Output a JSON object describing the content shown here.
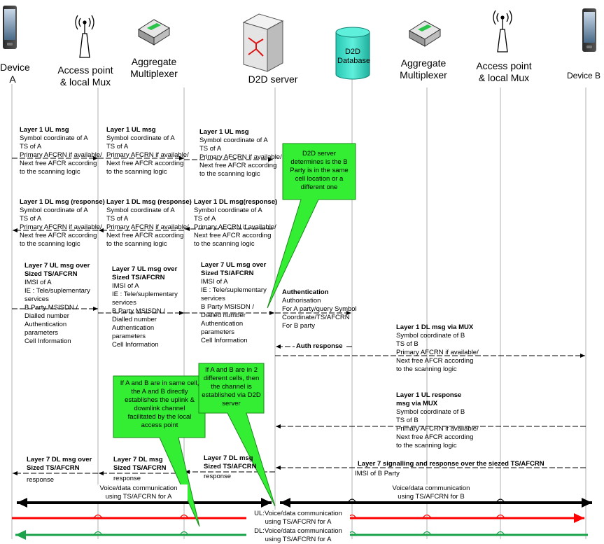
{
  "entities": [
    {
      "id": "device_a",
      "label": "Device\nA"
    },
    {
      "id": "ap_a",
      "label": "Access point\n& local Mux"
    },
    {
      "id": "mux_a",
      "label": "Aggregate\nMultiplexer"
    },
    {
      "id": "d2d_server",
      "label": "D2D server"
    },
    {
      "id": "d2d_db",
      "label": "D2D\nDatabase"
    },
    {
      "id": "mux_b",
      "label": "Aggregate\nMultiplexer"
    },
    {
      "id": "ap_b",
      "label": "Access point\n& local Mux"
    },
    {
      "id": "device_b",
      "label": "Device B"
    }
  ],
  "messages": {
    "l1_ul_title": "Layer 1 UL msg",
    "l1_ul_body": "Symbol coordinate of A\nTS of A\nPrimary AFCRN if available/\nNext free AFCR according\nto the scanning logic",
    "l1_dl_title_1": "Layer 1 DL msg (response)",
    "l1_dl_title_2": "Layer 1 DL msg (response)",
    "l1_dl_title_3": "Layer 1 DL msg(response)",
    "l1_dl_body": "Symbol coordinate of A\nTS of A\nPrimary AFCRN if available/\nNext free AFCR according\nto the scanning logic",
    "l7_ul_title_1": "Layer 7  UL msg over\nSized TS/AFCRN",
    "l7_ul_title_2": "Layer 7  UL msg over\nSized TS/AFCRN",
    "l7_ul_title_3": "Layer 7  UL msg over\nSized TS/AFCRN",
    "l7_ul_body_1": "IMSI of A\nIE : Tele/suplementary\nservices\nB Party MSISDN /\nDialled number\nAuthentication\nparameters\nCell Information",
    "l7_ul_body_2": "IMSI of A\nIE : Tele/suplementary\nservices\nB Party MSISDN /\nDialled number\nAuthentication\nparameters\nCell Information",
    "l7_ul_body_3": "IMSI of A\nIE : Tele/suplementary\nservices\nB Party MSISDN /\nDialled number\nAuthentication\nparameters\nCell Information",
    "auth_title": "Authentication",
    "auth_body": "Authorisation\nFor A party/query Symbol\nCoordinate/TS/AFCRN\nFor B party",
    "auth_response": "Auth response",
    "l1_dl_mux_title": "Layer 1 DL msg via MUX",
    "l1_dl_mux_body": "Symbol coordinate of B\nTS of B\nPrimary AFCRN if available/\nNext free AFCR according\nto the scanning logic",
    "l1_ul_resp_title": "Layer 1 UL response\nmsg via MUX",
    "l1_ul_resp_body": "Symbol coordinate of B\nTS of B\nPrimary AFCRN if available/\nNext free AFCR according\nto the scanning logic",
    "l7_dl_title_1": "Layer 7  DL msg over\nSized TS/AFCRN",
    "l7_dl_title_2": "Layer 7  DL msg\nSized TS/AFCRN",
    "l7_dl_title_3": "Layer 7  DL msg\nSized TS/AFCRN",
    "l7_dl_body": "response",
    "l7_signalling": "Layer 7 signalling and response over the siezed TS/AFCRN",
    "imsi_b": "IMSI of B Party"
  },
  "callouts": {
    "d2d_server_note": "D2D server\ndetermines is the B\nParty is in the same\ncell location or a\ndifferent one",
    "same_cell_note": "If A and B are in same cell,\nthe A and B directly\nestablishes the uplink &\ndownlink channel\nfacilitated by the local\naccess point",
    "diff_cell_note": "If A and B are in 2\ndifferent cells, then\nthe channel is\nestablished via D2D\nserver"
  },
  "channels": {
    "voice_a": "Voice/data communication\nusing TS/AFCRN for A",
    "voice_b": "Voice/data communication\nusing TS/AFCRN for B",
    "ul_voice": "UL:Voice/data communication\nusing TS/AFCRN for A",
    "dl_voice": "DL:Voice/data communication\nusing TS/AFCRN for A"
  },
  "colors": {
    "callout_fill": "#33ee33",
    "callout_stroke": "#1a8a1a",
    "db_fill": "#2fd9c4",
    "ul_line": "#ff0000",
    "dl_line": "#1aa34a",
    "black_line": "#000000"
  },
  "icons": [
    "phone-icon",
    "antenna-icon",
    "multiplexer-icon",
    "server-icon",
    "database-icon"
  ]
}
